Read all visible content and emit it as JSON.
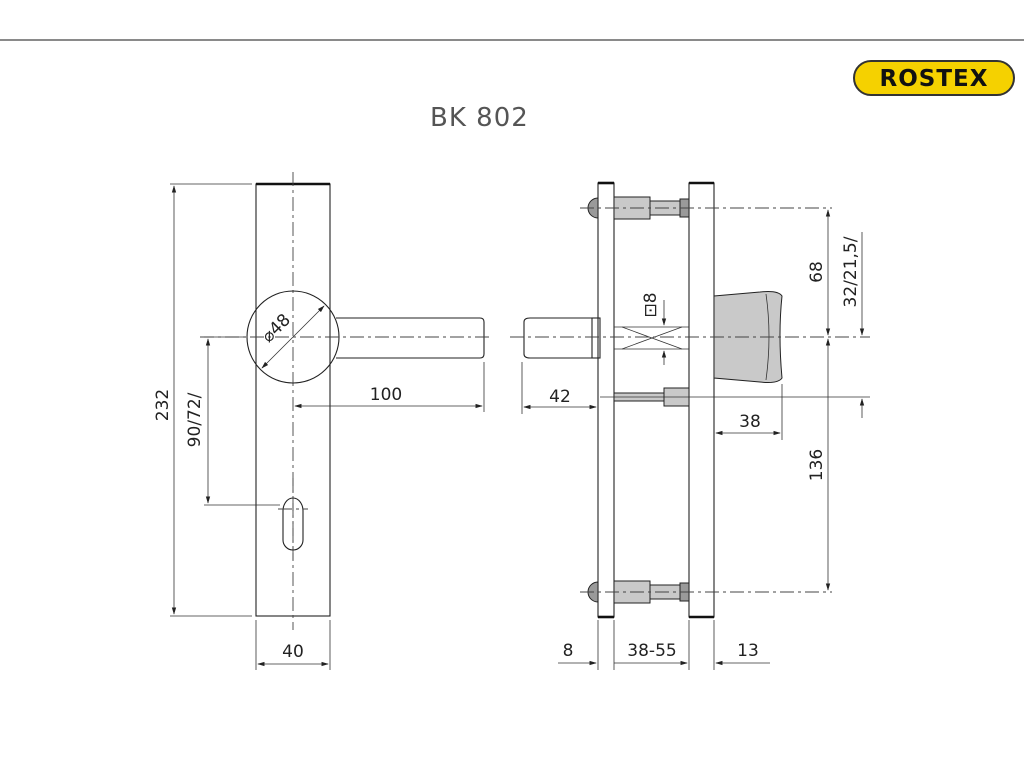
{
  "logo": {
    "text": "ROSTEX",
    "fill": "#f5d100"
  },
  "title": "BK  802",
  "dimensions": {
    "plate_height": "232",
    "spindle_to_keyhole": "90/72/",
    "rose_diameter": "⌀48",
    "lever_length": "100",
    "plate_width": "40",
    "spindle_projection": "42",
    "spindle_square": "⊡8",
    "knob_upper": "68",
    "knob_offset": "32/21,5/",
    "knob_projection": "38",
    "bolt_spacing": "136",
    "plate_thickness_left": "8",
    "door_thickness": "38-55",
    "plate_thickness_right": "13"
  }
}
